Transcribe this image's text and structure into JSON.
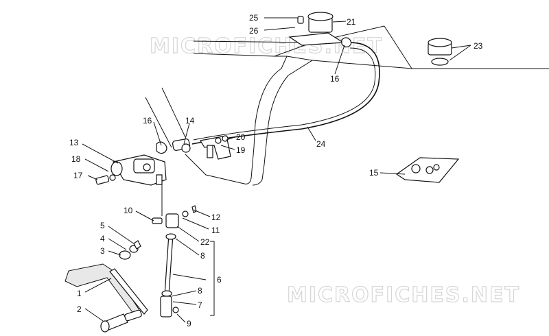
{
  "watermarks": [
    "MICROFICHES.NET",
    "MICROFICHES.NET"
  ],
  "callouts": {
    "c1": "1",
    "c2": "2",
    "c3": "3",
    "c4": "4",
    "c5": "5",
    "c6": "6",
    "c7": "7",
    "c8a": "8",
    "c8b": "8",
    "c9": "9",
    "c10": "10",
    "c11": "11",
    "c12": "12",
    "c13": "13",
    "c14": "14",
    "c15": "15",
    "c16a": "16",
    "c16b": "16",
    "c17": "17",
    "c18": "18",
    "c19": "19",
    "c20": "20",
    "c21": "21",
    "c22": "22",
    "c23": "23",
    "c24": "24",
    "c25": "25",
    "c26": "26"
  }
}
